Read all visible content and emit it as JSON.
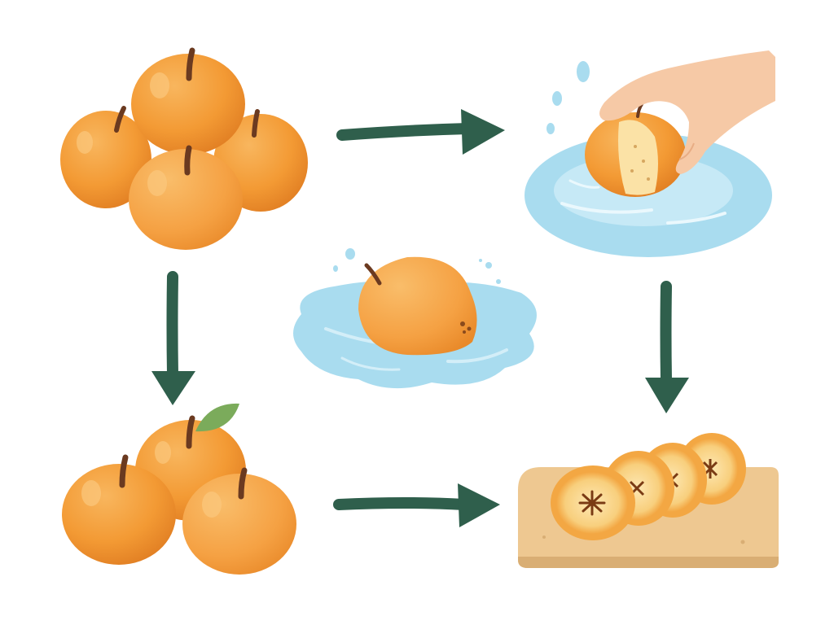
{
  "colors": {
    "background": "#ffffff",
    "arrow": "#2f5f4c",
    "fruit": "#f39a34",
    "fruit_shadow": "#e07d22",
    "fruit_highlight": "#f8b65e",
    "stem": "#6b3a20",
    "leaf": "#7bab5b",
    "water": "#a9dcef",
    "water_light": "#d3eef8",
    "water_ripple": "#eaf8fd",
    "skin": "#f6c9a6",
    "flesh": "#fbe2a6",
    "board": "#eec891",
    "board_edge": "#d9ae74"
  },
  "illustrations": [
    {
      "id": "fruit-pile",
      "icon": "fruit-pile-icon"
    },
    {
      "id": "hand-peeling-in-water",
      "icon": "hand-peeling-fruit-icon"
    },
    {
      "id": "fruit-soaking-in-water",
      "icon": "fruit-in-water-icon"
    },
    {
      "id": "peeled-fruit-group",
      "icon": "fruit-group-icon"
    },
    {
      "id": "sliced-fruit-on-board",
      "icon": "sliced-fruit-board-icon"
    }
  ],
  "arrows": [
    {
      "from": "fruit-pile",
      "to": "hand-peeling-in-water",
      "direction": "right"
    },
    {
      "from": "hand-peeling-in-water",
      "to": "sliced-fruit-on-board",
      "direction": "down"
    },
    {
      "from": "fruit-pile",
      "to": "peeled-fruit-group",
      "direction": "down"
    },
    {
      "from": "peeled-fruit-group",
      "to": "sliced-fruit-on-board",
      "direction": "right"
    }
  ]
}
